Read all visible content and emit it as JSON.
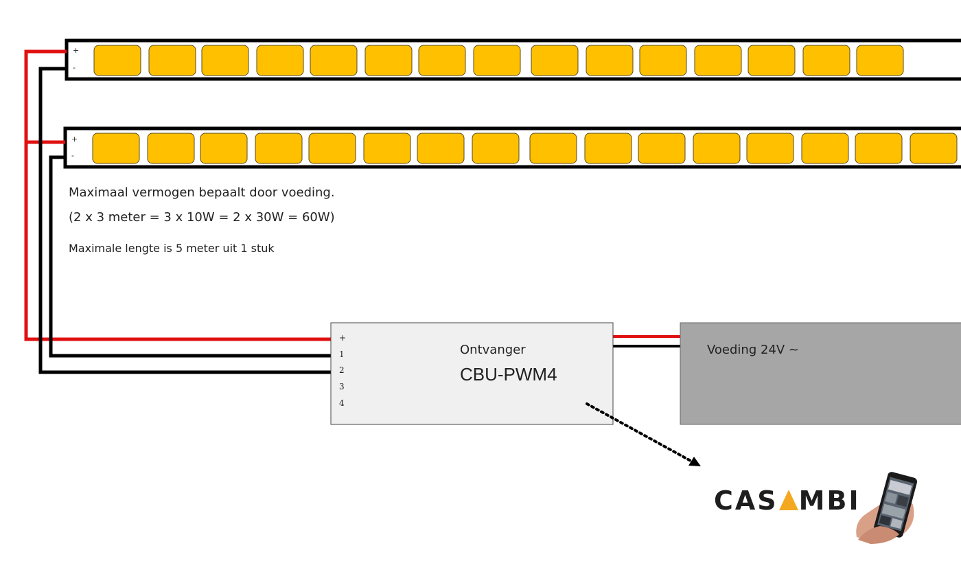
{
  "strips": [
    {
      "plus_label": "+",
      "minus_label": "-",
      "led_count": 15
    },
    {
      "plus_label": "+",
      "minus_label": "-",
      "led_count": 16
    }
  ],
  "notes": {
    "line1": "Maximaal vermogen bepaalt door voeding.",
    "line2": "(2 x 3 meter = 3 x 10W = 2 x 30W = 60W)",
    "line3": "Maximale lengte is 5 meter uit 1 stuk"
  },
  "receiver": {
    "label": "Ontvanger",
    "model": "CBU-PWM4",
    "terminals": [
      "+",
      "1",
      "2",
      "3",
      "4"
    ]
  },
  "power_supply": {
    "label": "Voeding 24V ~"
  },
  "logo": {
    "text_before": "CAS",
    "text_after": "MBI"
  },
  "colors": {
    "led": "#ffc000",
    "wire_positive": "#e01010",
    "wire_negative": "#000000",
    "receiver_fill": "#f0f0f0",
    "psu_fill": "#a6a6a6",
    "logo_accent": "#f4a820"
  },
  "icons": {
    "phone": "smartphone-in-hand-icon",
    "connection": "dotted-arrow-icon"
  }
}
